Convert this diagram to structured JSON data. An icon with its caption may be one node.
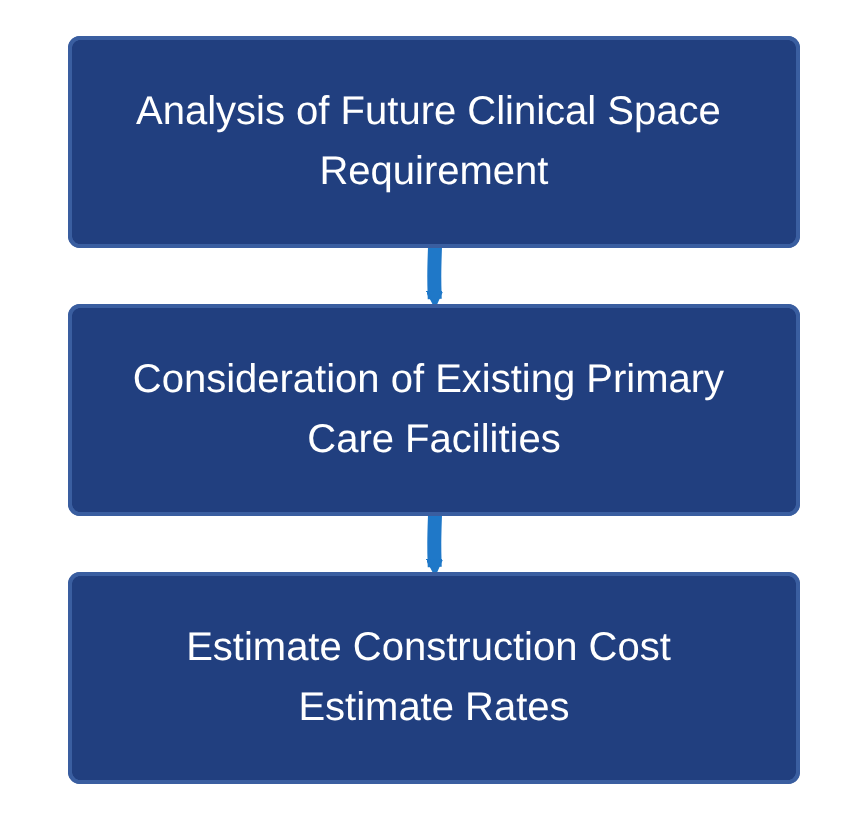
{
  "diagram": {
    "nodes": [
      {
        "text": [
          "Analysis of Future Clinical Space Requirement"
        ]
      },
      {
        "text": [
          "Consideration of Existing Primary Care Facilities"
        ]
      },
      {
        "text": [
          "Estimate Construction Cost Estimate Rates"
        ]
      }
    ],
    "edges": [
      {
        "from": 0,
        "to": 1,
        "arrow": "to"
      },
      {
        "from": 1,
        "to": 2,
        "arrow": "to"
      }
    ]
  }
}
